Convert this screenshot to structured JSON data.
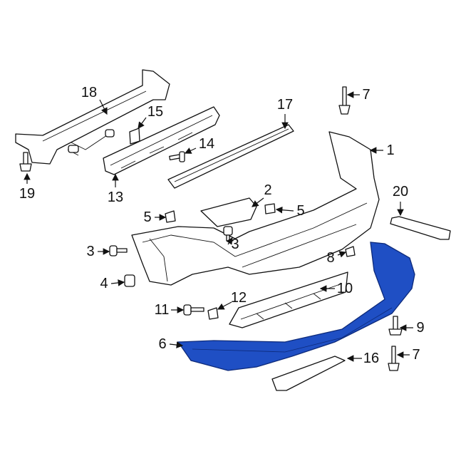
{
  "diagram": {
    "highlight_color": "#1f4fc4",
    "callouts": [
      {
        "id": "c18",
        "text": "18"
      },
      {
        "id": "c15",
        "text": "15"
      },
      {
        "id": "c17",
        "text": "17"
      },
      {
        "id": "c7a",
        "text": "7"
      },
      {
        "id": "c1",
        "text": "1"
      },
      {
        "id": "c14",
        "text": "14"
      },
      {
        "id": "c19",
        "text": "19"
      },
      {
        "id": "c13",
        "text": "13"
      },
      {
        "id": "c2",
        "text": "2"
      },
      {
        "id": "c20",
        "text": "20"
      },
      {
        "id": "c5a",
        "text": "5"
      },
      {
        "id": "c5b",
        "text": "5"
      },
      {
        "id": "c3a",
        "text": "3"
      },
      {
        "id": "c3b",
        "text": "3"
      },
      {
        "id": "c8",
        "text": "8"
      },
      {
        "id": "c4",
        "text": "4"
      },
      {
        "id": "c10",
        "text": "10"
      },
      {
        "id": "c12",
        "text": "12"
      },
      {
        "id": "c11",
        "text": "11"
      },
      {
        "id": "c9",
        "text": "9"
      },
      {
        "id": "c6",
        "text": "6"
      },
      {
        "id": "c16",
        "text": "16"
      },
      {
        "id": "c7b",
        "text": "7"
      }
    ]
  }
}
